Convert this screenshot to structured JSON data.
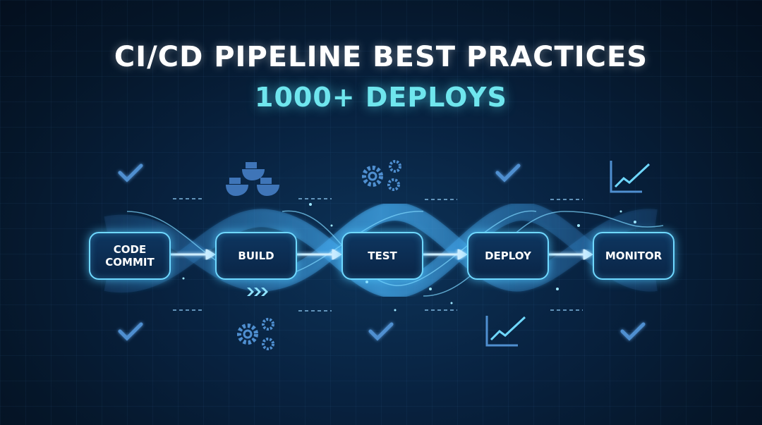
{
  "title": "CI/CD PIPELINE BEST PRACTICES",
  "subtitle": "1000+ DEPLOYS",
  "stages": [
    {
      "label": "CODE COMMIT"
    },
    {
      "label": "BUILD"
    },
    {
      "label": "TEST"
    },
    {
      "label": "DEPLOY"
    },
    {
      "label": "MONITOR"
    }
  ],
  "colors": {
    "accent": "#6fe6ee",
    "stage_border": "#6fd8ff",
    "background": "#061a30"
  },
  "icons": [
    "check-icon",
    "docker-whale-icon",
    "gears-icon",
    "trend-chart-icon",
    "dashed-arrow-icon"
  ]
}
